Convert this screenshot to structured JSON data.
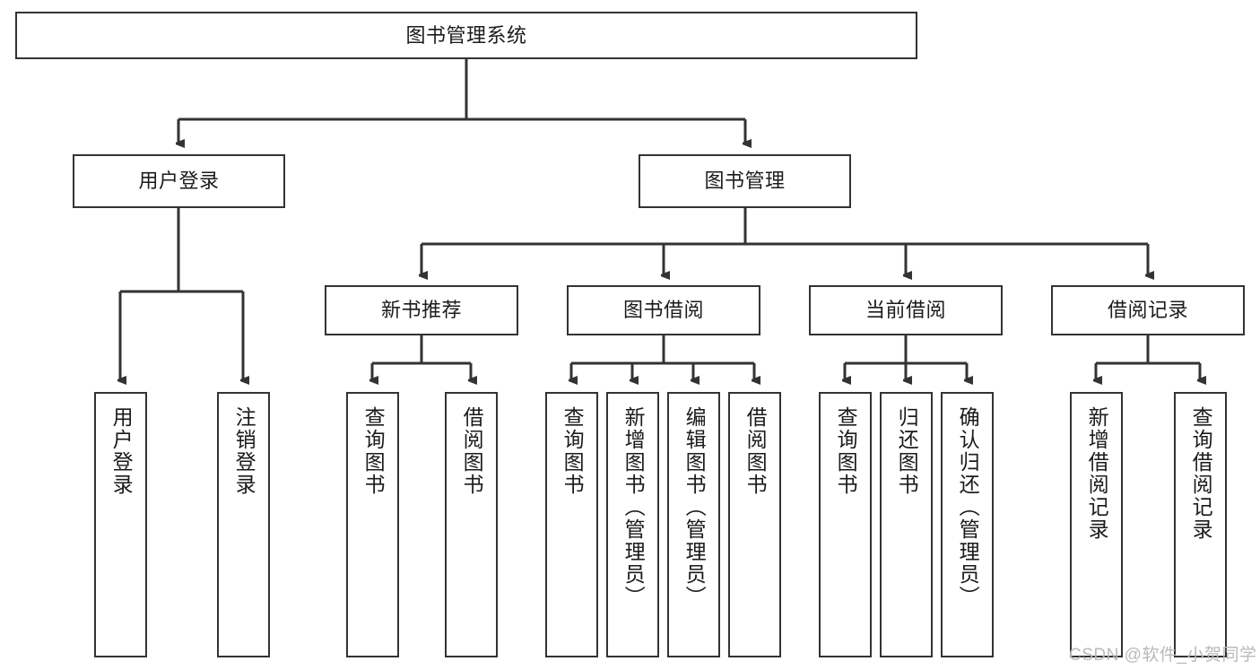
{
  "diagram": {
    "title": "图书管理系统",
    "type": "hierarchy-tree",
    "stroke_color": "#333333",
    "background_color": "#ffffff",
    "text_color": "#1b1b1b",
    "root": {
      "label": "图书管理系统"
    },
    "level2": [
      {
        "label": "用户登录"
      },
      {
        "label": "图书管理"
      }
    ],
    "level3": [
      {
        "label": "新书推荐"
      },
      {
        "label": "图书借阅"
      },
      {
        "label": "当前借阅"
      },
      {
        "label": "借阅记录"
      }
    ],
    "leaves": {
      "user_login": [
        {
          "label": "用户登录"
        },
        {
          "label": "注销登录"
        }
      ],
      "new_book_recommend": [
        {
          "label": "查询图书"
        },
        {
          "label": "借阅图书"
        }
      ],
      "book_borrow": [
        {
          "label": "查询图书"
        },
        {
          "label": "新增图书（管理员）"
        },
        {
          "label": "编辑图书（管理员）"
        },
        {
          "label": "借阅图书"
        }
      ],
      "current_borrow": [
        {
          "label": "查询图书"
        },
        {
          "label": "归还图书"
        },
        {
          "label": "确认归还（管理员）"
        }
      ],
      "borrow_record": [
        {
          "label": "新增借阅记录"
        },
        {
          "label": "查询借阅记录"
        }
      ]
    }
  },
  "watermark": {
    "text": "CSDN @软件_小贺同学"
  }
}
